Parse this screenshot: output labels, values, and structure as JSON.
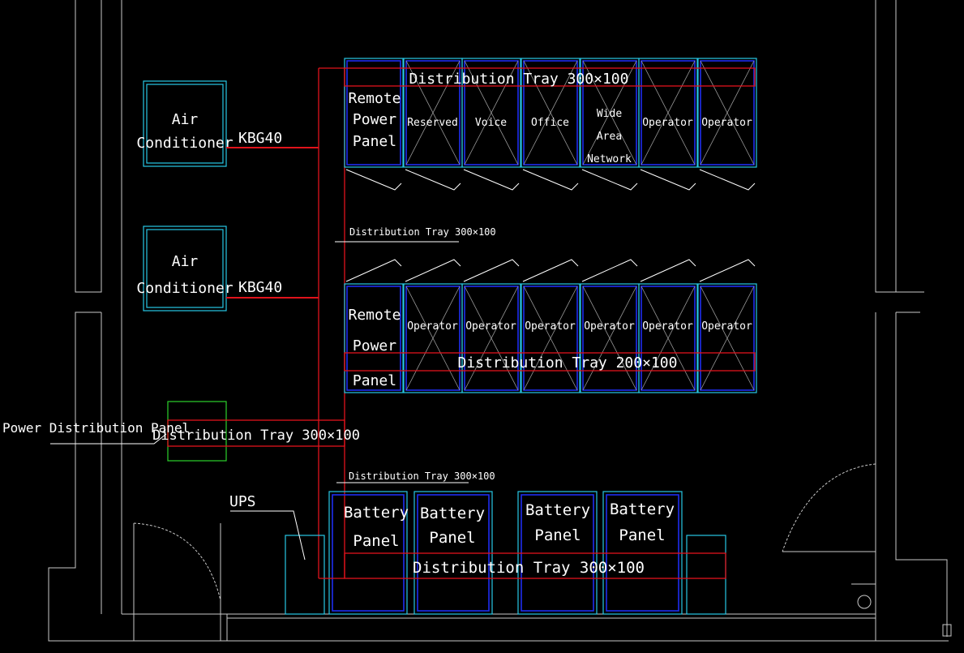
{
  "air_conditioners": [
    {
      "line1": "Air",
      "line2": "Conditioner",
      "conduit": "KBG40"
    },
    {
      "line1": "Air",
      "line2": "Conditioner",
      "conduit": "KBG40"
    }
  ],
  "top_row": {
    "tray_label": "Distribution Tray 300×100",
    "remote_panel": [
      "Remote",
      "Power",
      "Panel"
    ],
    "racks": [
      {
        "lines": [
          "Reserved"
        ]
      },
      {
        "lines": [
          "Voice"
        ]
      },
      {
        "lines": [
          "Office"
        ]
      },
      {
        "lines": [
          "Wide",
          "Area",
          "Network"
        ]
      },
      {
        "lines": [
          "Operator"
        ]
      },
      {
        "lines": [
          "Operator"
        ]
      }
    ]
  },
  "middle_tray_label": "Distribution Tray 300×100",
  "bottom_row": {
    "tray_label": "Distribution Tray 200×100",
    "remote_panel": [
      "Remote",
      "Power",
      "Panel"
    ],
    "racks": [
      {
        "lines": [
          "Operator"
        ]
      },
      {
        "lines": [
          "Operator"
        ]
      },
      {
        "lines": [
          "Operator"
        ]
      },
      {
        "lines": [
          "Operator"
        ]
      },
      {
        "lines": [
          "Operator"
        ]
      },
      {
        "lines": [
          "Operator"
        ]
      }
    ]
  },
  "power_distribution": {
    "label": "Power Distribution Panel",
    "tray_label": "Distribution Tray 300×100"
  },
  "lower_tray_label": "Distribution Tray 300×100",
  "ups_label": "UPS",
  "battery_panels": [
    {
      "line1": "Battery",
      "line2": "Panel"
    },
    {
      "line1": "Battery",
      "line2": "Panel"
    },
    {
      "line1": "Battery",
      "line2": "Panel"
    },
    {
      "line1": "Battery",
      "line2": "Panel"
    }
  ],
  "bottom_tray_label": "Distribution Tray 300×100"
}
